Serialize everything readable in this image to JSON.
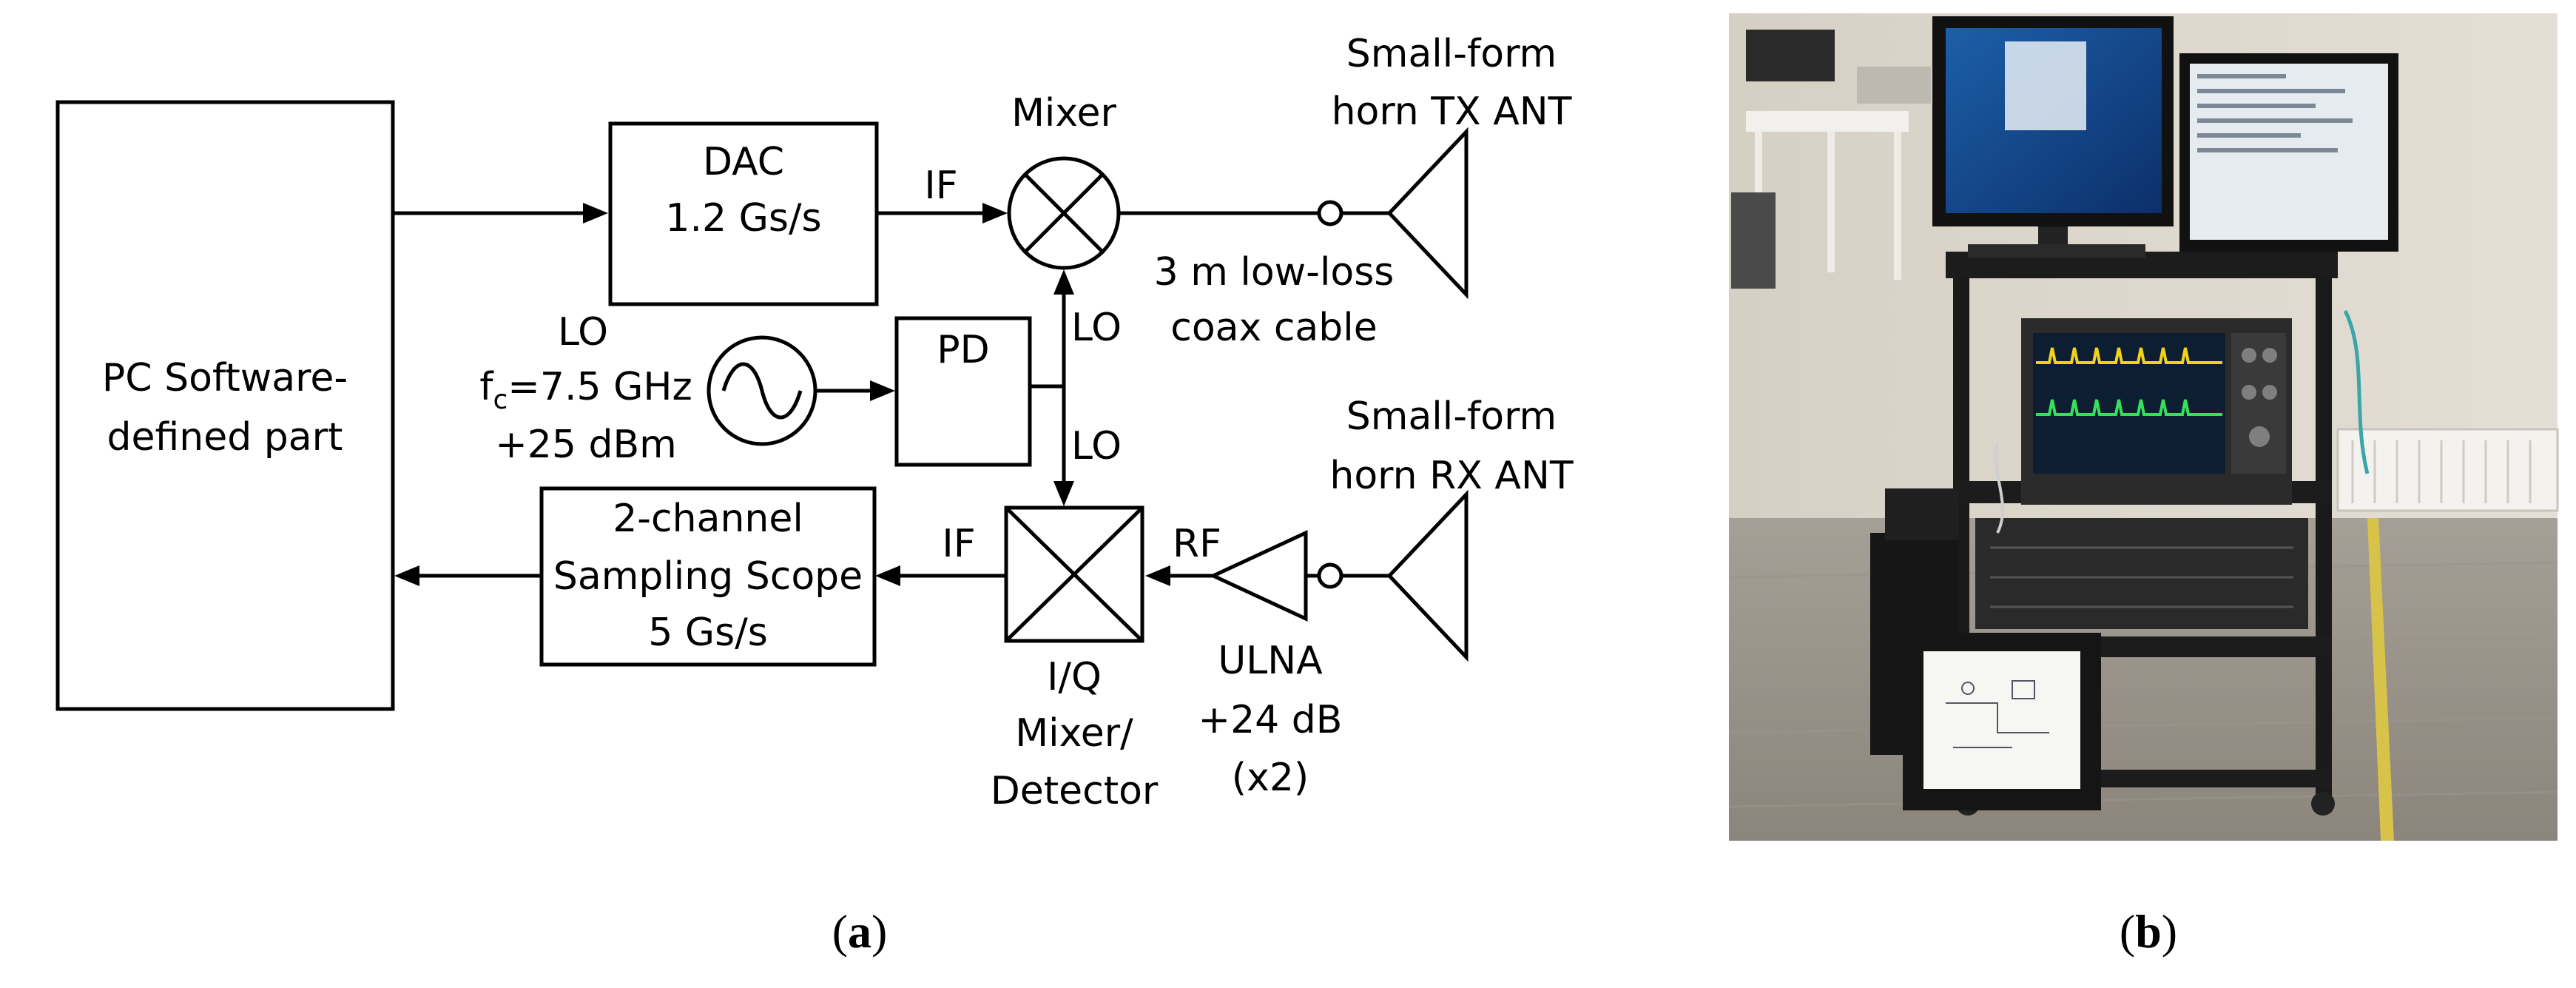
{
  "diagram": {
    "pc_block": [
      "PC Software-",
      "defined part"
    ],
    "dac_block": [
      "DAC",
      "1.2 Gs/s"
    ],
    "mixer_label": "Mixer",
    "if_top": "IF",
    "lo_source": {
      "label": "LO",
      "freq_main": "f",
      "freq_sub": "c",
      "freq_rest": "=7.5 GHz",
      "power": "+25 dBm"
    },
    "pd_block": "PD",
    "lo_upper": "LO",
    "lo_lower": "LO",
    "cable_label": [
      "3 m low-loss",
      "coax cable"
    ],
    "tx_ant_label": [
      "Small-form",
      "horn TX ANT"
    ],
    "rx_ant_label": [
      "Small-form",
      "horn RX ANT"
    ],
    "scope_block": [
      "2-channel",
      "Sampling Scope",
      "5 Gs/s"
    ],
    "if_bottom": "IF",
    "rf_label": "RF",
    "iq_label": [
      "I/Q",
      "Mixer/",
      "Detector"
    ],
    "ulna_label": [
      "ULNA",
      "+24 dB",
      "(x2)"
    ]
  },
  "captions": {
    "a": {
      "open": "(",
      "letter": "a",
      "close": ")"
    },
    "b": {
      "open": "(",
      "letter": "b",
      "close": ")"
    }
  },
  "photo": {
    "description_icon": "lab-cart-photo"
  },
  "colors": {
    "line": "#000000",
    "background": "#ffffff"
  }
}
